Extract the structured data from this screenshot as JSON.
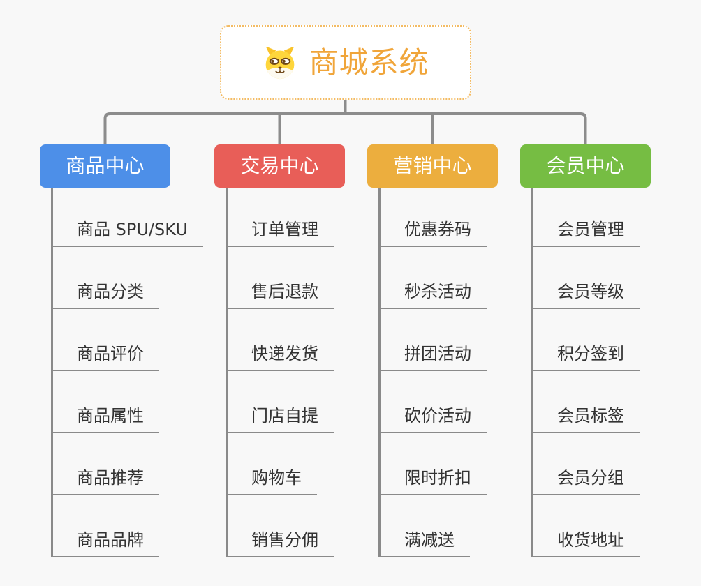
{
  "root": {
    "title": "商城系统",
    "icon": "dog-face-icon",
    "accent_color": "#f0a53a",
    "border_color": "#f3bb63"
  },
  "connectors": {
    "color": "#8c8c8c"
  },
  "branches": [
    {
      "label": "商品中心",
      "color": "#4d8fe8",
      "children": [
        "商品 SPU/SKU",
        "商品分类",
        "商品评价",
        "商品属性",
        "商品推荐",
        "商品品牌"
      ]
    },
    {
      "label": "交易中心",
      "color": "#e85e58",
      "children": [
        "订单管理",
        "售后退款",
        "快递发货",
        "门店自提",
        "购物车",
        "销售分佣"
      ]
    },
    {
      "label": "营销中心",
      "color": "#ecae3e",
      "children": [
        "优惠券码",
        "秒杀活动",
        "拼团活动",
        "砍价活动",
        "限时折扣",
        "满减送"
      ]
    },
    {
      "label": "会员中心",
      "color": "#76bd43",
      "children": [
        "会员管理",
        "会员等级",
        "积分签到",
        "会员标签",
        "会员分组",
        "收货地址"
      ]
    }
  ]
}
